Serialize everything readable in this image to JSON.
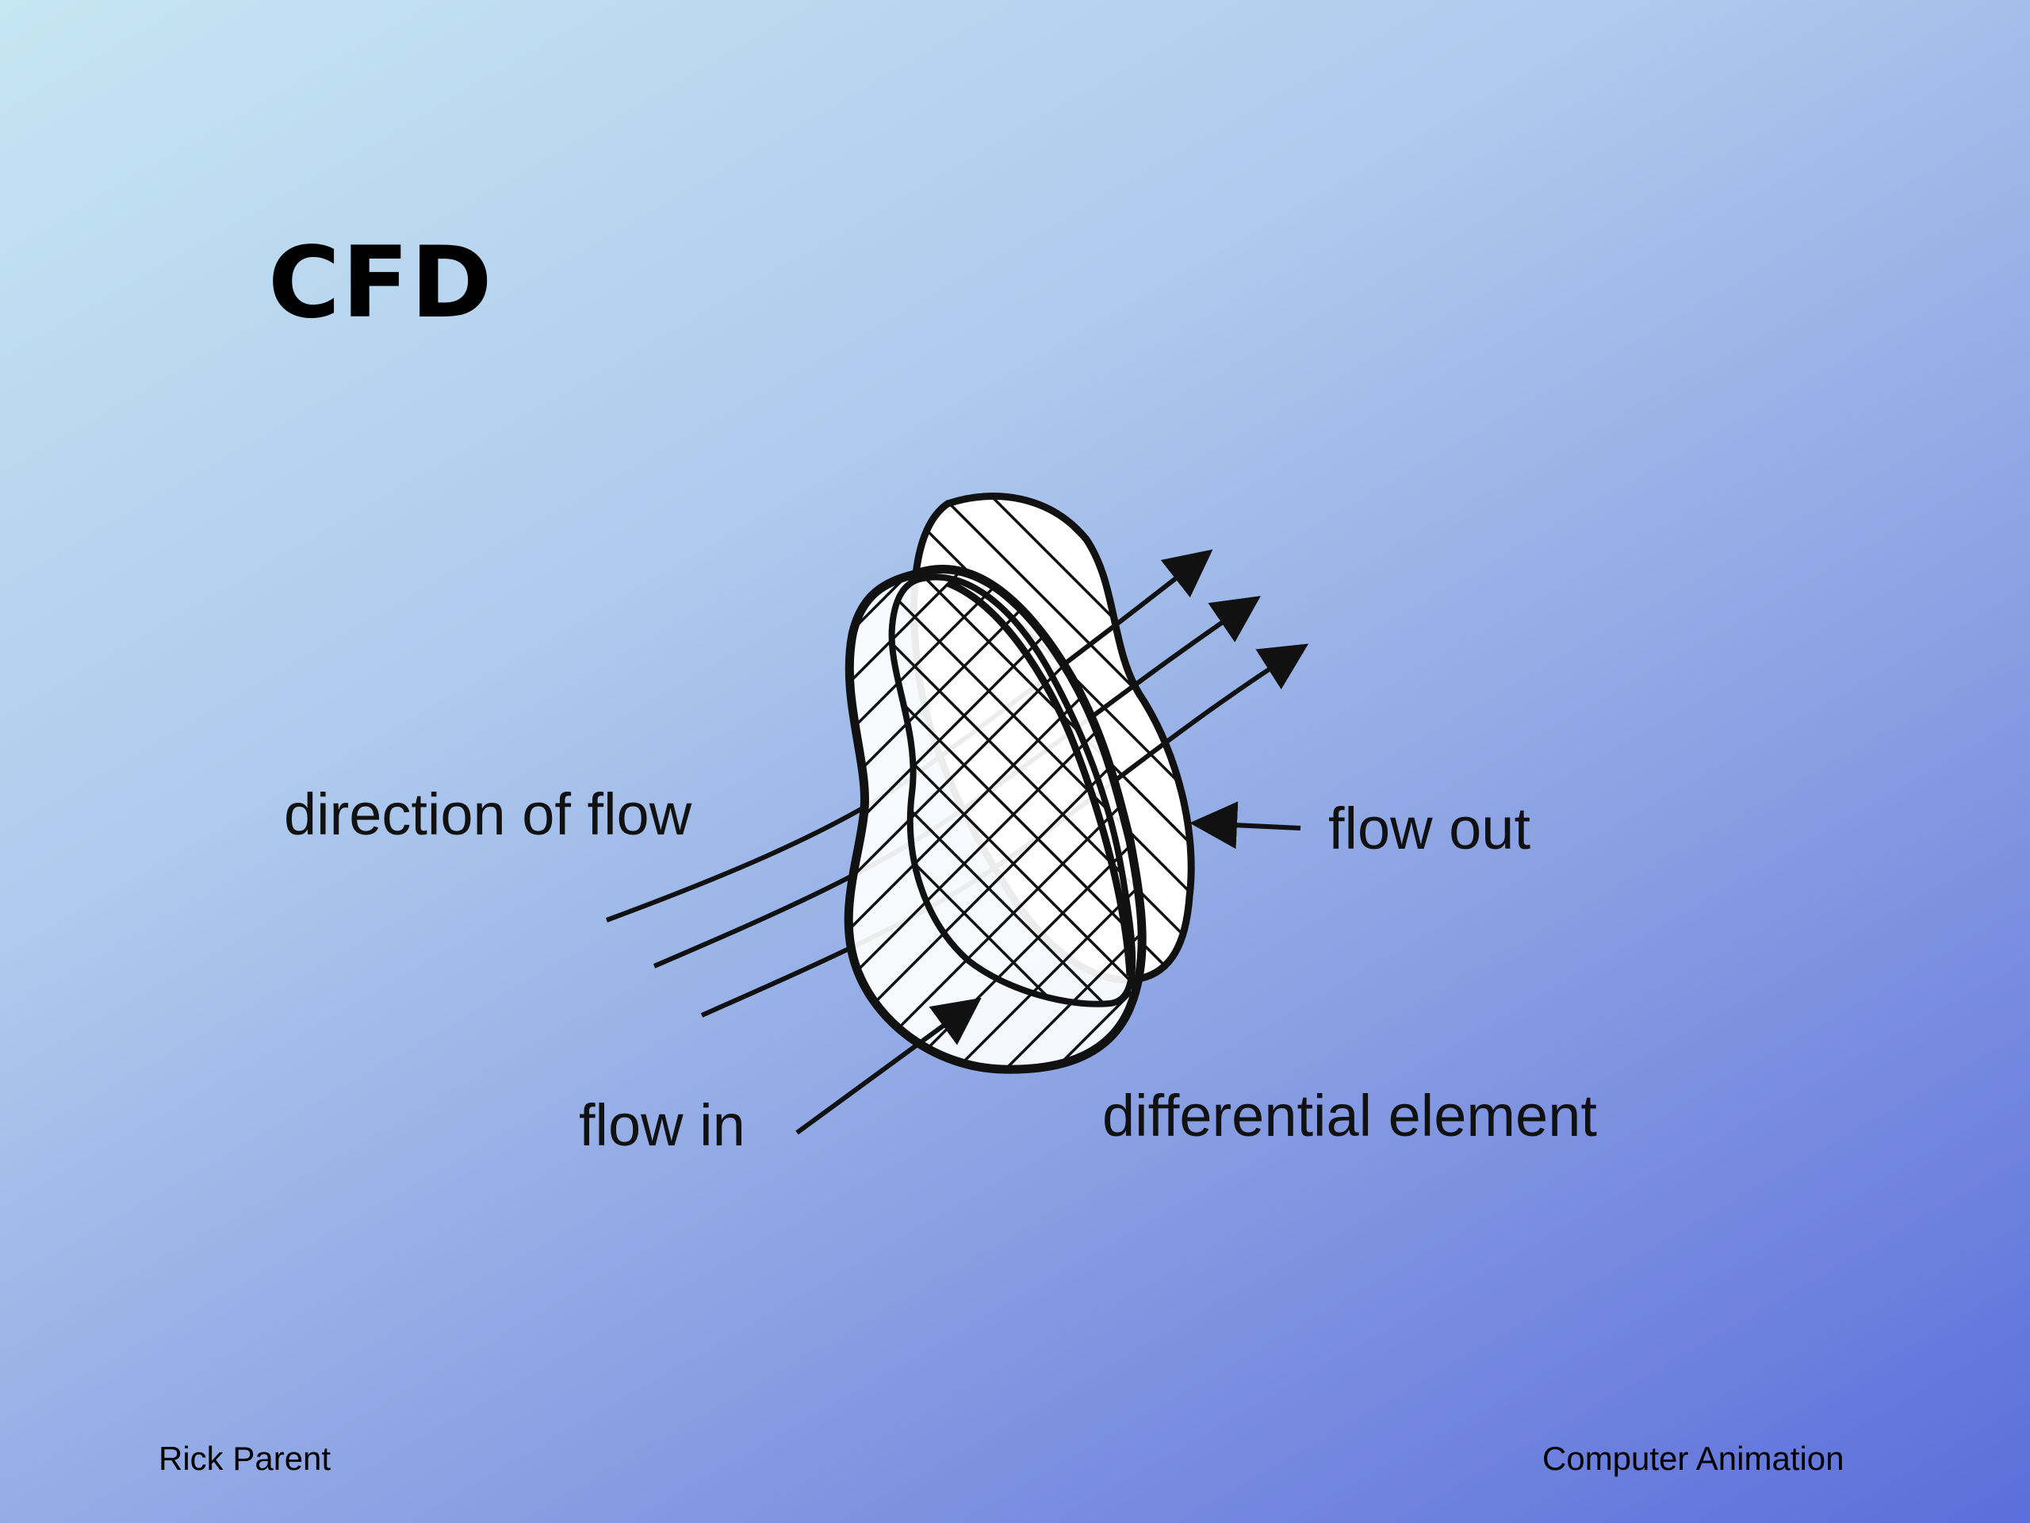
{
  "slide": {
    "title": "CFD",
    "diagram": {
      "labels": {
        "direction_of_flow": "direction of flow",
        "flow_out": "flow out",
        "flow_in": "flow in",
        "differential_element": "differential element"
      }
    },
    "footer": {
      "author": "Rick Parent",
      "course": "Computer Animation"
    }
  }
}
